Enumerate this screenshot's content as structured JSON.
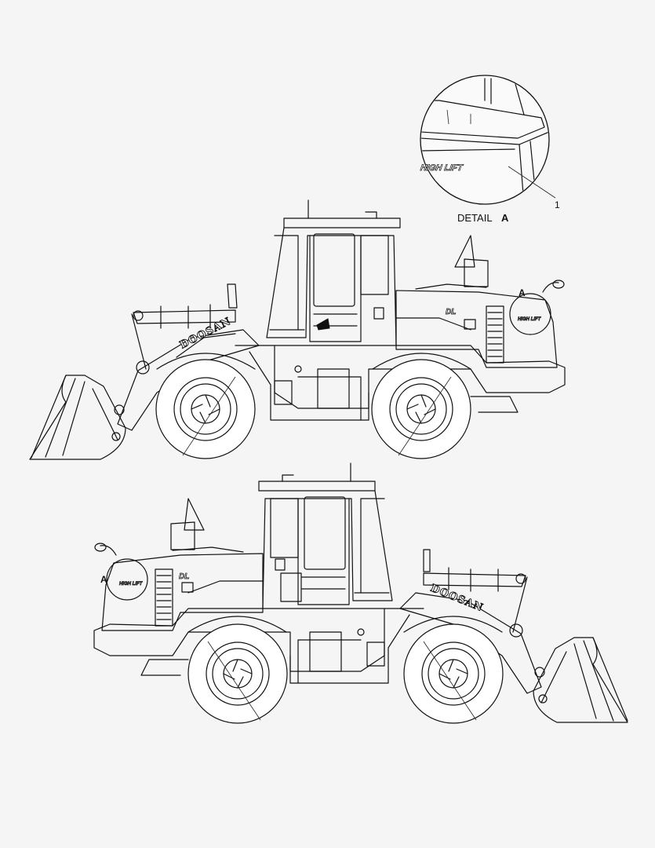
{
  "detail": {
    "caption_prefix": "DETAIL",
    "caption_letter": "A",
    "decal_text": "HIGH LIFT",
    "callout_number": "1"
  },
  "top_view": {
    "detail_marker": "A",
    "brand": "DOOSAN",
    "model_badge": "DL",
    "side_decal": "HIGH LIFT"
  },
  "bottom_view": {
    "detail_marker": "A",
    "brand": "DOOSAN",
    "model_badge": "DL",
    "side_decal": "HIGH LIFT"
  }
}
